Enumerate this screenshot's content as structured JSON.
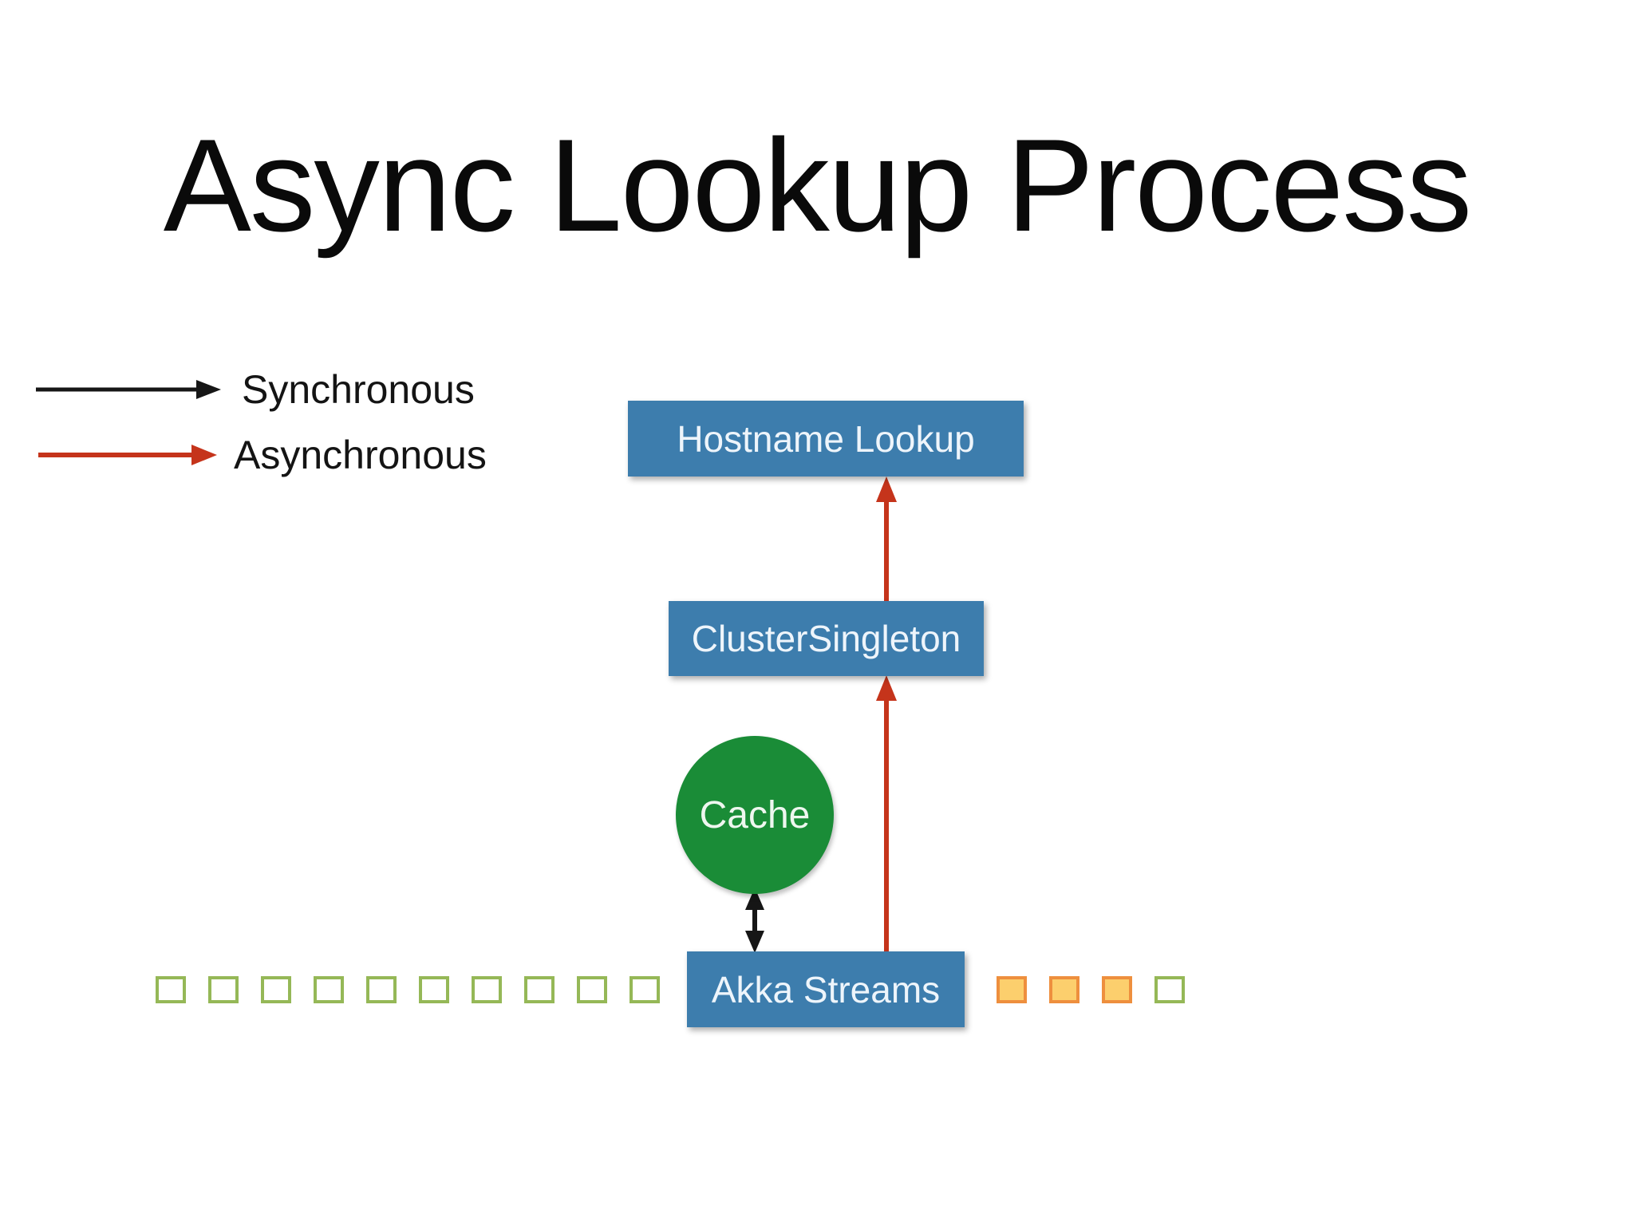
{
  "slide": {
    "title": "Async Lookup Process"
  },
  "legend": {
    "sync_label": "Synchronous",
    "async_label": "Asynchronous"
  },
  "nodes": {
    "hostname_lookup": "Hostname Lookup",
    "cluster_singleton": "ClusterSingleton",
    "cache": "Cache",
    "akka_streams": "Akka Streams"
  },
  "stream": {
    "left_squares": [
      "empty",
      "empty",
      "empty",
      "empty",
      "empty",
      "empty",
      "empty",
      "empty",
      "empty",
      "empty"
    ],
    "right_squares": [
      "filled",
      "filled",
      "filled",
      "empty"
    ]
  },
  "colors": {
    "box_blue": "#3d7dad",
    "cache_green": "#1a8c37",
    "async_red": "#c5341b",
    "sync_black": "#161616",
    "square_green_border": "#95b857",
    "square_orange_border": "#ee8f3e",
    "square_orange_fill": "#fccf6d"
  }
}
